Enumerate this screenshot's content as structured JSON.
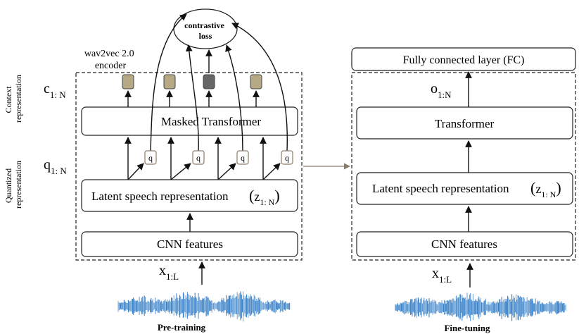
{
  "pretraining": {
    "encoder_label_line1": "wav2vec 2.0",
    "encoder_label_line2": "encoder",
    "context_side_label_line1": "Context",
    "context_side_label_line2": "representation",
    "quantized_side_label_line1": "Quantized",
    "quantized_side_label_line2": "representation",
    "c_var": "c",
    "c_sub": "1: N",
    "q_var": "q",
    "q_sub": "1: N",
    "loss_line1": "contrastive",
    "loss_line2": "loss",
    "transformer_label": "Masked  Transformer",
    "q_token": "q",
    "latent_label": "Latent speech representation",
    "latent_var": "z",
    "latent_sub": "1: N",
    "cnn_label": "CNN features",
    "x_var": "x",
    "x_sub": "1:L",
    "caption": "Pre-training",
    "token_colors": [
      "#b5a986",
      "#b5a986",
      "#666666",
      "#b5a986"
    ]
  },
  "finetuning": {
    "fc_label": "Fully connected layer (FC)",
    "o_var": "o",
    "o_sub": "1:N",
    "transformer_label": "Transformer",
    "latent_label": "Latent speech representation",
    "latent_var": "z",
    "latent_sub": "1: N",
    "cnn_label": "CNN features",
    "x_var": "x",
    "x_sub": "1:L",
    "caption": "Fine-tuning"
  },
  "colors": {
    "waveform": "#2a78c4",
    "connector": "#8a7a68"
  }
}
